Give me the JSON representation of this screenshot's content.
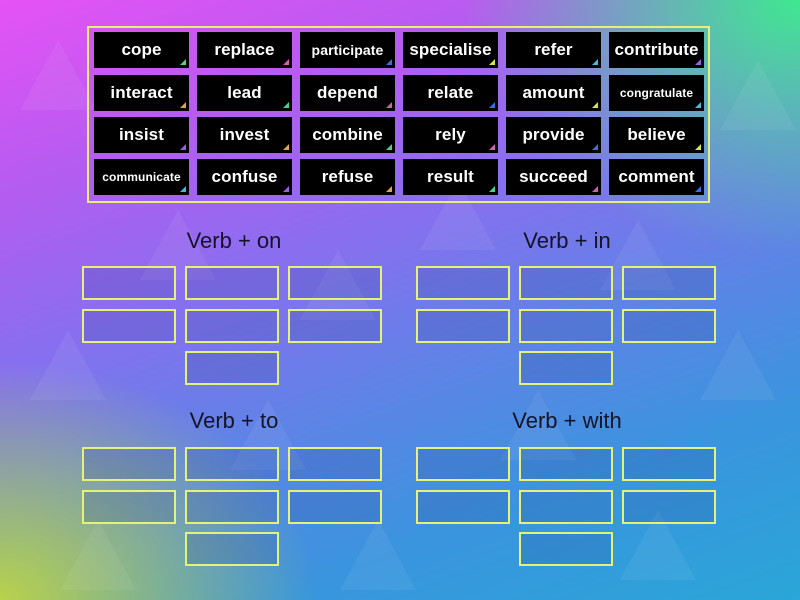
{
  "cards": [
    {
      "label": "cope",
      "corner": "#5bd07a"
    },
    {
      "label": "replace",
      "corner": "#d25fae"
    },
    {
      "label": "participate",
      "corner": "#3a6ee0",
      "size": "small"
    },
    {
      "label": "specialise",
      "corner": "#d8e24a"
    },
    {
      "label": "refer",
      "corner": "#4ab8d8"
    },
    {
      "label": "contribute",
      "corner": "#9a5ee0"
    },
    {
      "label": "interact",
      "corner": "#e0a54a"
    },
    {
      "label": "lead",
      "corner": "#4ad08a"
    },
    {
      "label": "depend",
      "corner": "#d25fae"
    },
    {
      "label": "relate",
      "corner": "#3a6ee0"
    },
    {
      "label": "amount",
      "corner": "#d8e24a"
    },
    {
      "label": "congratulate",
      "corner": "#4ab8d8",
      "size": "xsmall"
    },
    {
      "label": "insist",
      "corner": "#9a5ee0"
    },
    {
      "label": "invest",
      "corner": "#e0a54a"
    },
    {
      "label": "combine",
      "corner": "#4ad08a"
    },
    {
      "label": "rely",
      "corner": "#d25fae"
    },
    {
      "label": "provide",
      "corner": "#3a6ee0"
    },
    {
      "label": "believe",
      "corner": "#d8e24a"
    },
    {
      "label": "communicate",
      "corner": "#4ab8d8",
      "size": "xsmall"
    },
    {
      "label": "confuse",
      "corner": "#9a5ee0"
    },
    {
      "label": "refuse",
      "corner": "#e0a54a"
    },
    {
      "label": "result",
      "corner": "#4ad08a"
    },
    {
      "label": "succeed",
      "corner": "#d25fae"
    },
    {
      "label": "comment",
      "corner": "#3a6ee0"
    }
  ],
  "groups": [
    {
      "title": "Verb + on"
    },
    {
      "title": "Verb + in"
    },
    {
      "title": "Verb + to"
    },
    {
      "title": "Verb + with"
    }
  ],
  "colors": {
    "tray_border": "#e7ef7a",
    "zone_border": "#e4f27a",
    "card_bg": "#000000"
  }
}
